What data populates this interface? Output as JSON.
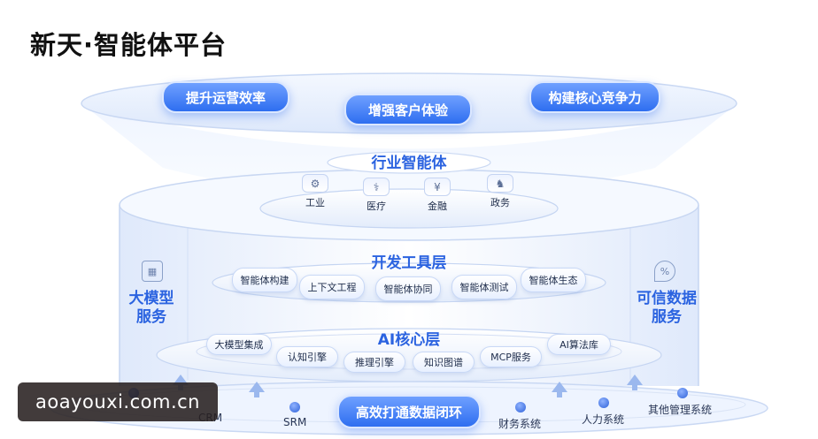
{
  "title": "新天·智能体平台",
  "top_goals": [
    "提升运营效率",
    "增强客户体验",
    "构建核心竞争力"
  ],
  "industry_layer": {
    "title": "行业智能体",
    "items": [
      {
        "label": "工业",
        "icon": "gear-icon",
        "glyph": "⚙"
      },
      {
        "label": "医疗",
        "icon": "stethoscope-icon",
        "glyph": "⚕"
      },
      {
        "label": "金融",
        "icon": "yen-icon",
        "glyph": "¥"
      },
      {
        "label": "政务",
        "icon": "chess-knight-icon",
        "glyph": "♞"
      }
    ]
  },
  "dev_layer": {
    "title": "开发工具层",
    "items": [
      "智能体构建",
      "上下文工程",
      "智能体协同",
      "智能体测试",
      "智能体生态"
    ]
  },
  "ai_layer": {
    "title": "AI核心层",
    "items": [
      "大模型集成",
      "认知引擎",
      "推理引擎",
      "知识图谱",
      "MCP服务",
      "AI算法库"
    ]
  },
  "left_side": {
    "label": "大模型服务",
    "line1": "大模型",
    "line2": "服务",
    "icon": "chart-icon"
  },
  "right_side": {
    "label": "可信数据服务",
    "line1": "可信数据",
    "line2": "服务",
    "icon": "percent-drop-icon"
  },
  "bottom": {
    "center_label": "高效打通数据闭环",
    "systems": [
      "CRM",
      "SRM",
      "财务系统",
      "人力系统",
      "其他管理系统"
    ]
  },
  "watermark": "aoayouxi.com.cn",
  "colors": {
    "accent": "#2e6ef0",
    "title_blue": "#2b63e0",
    "text": "#1f2d4a"
  }
}
